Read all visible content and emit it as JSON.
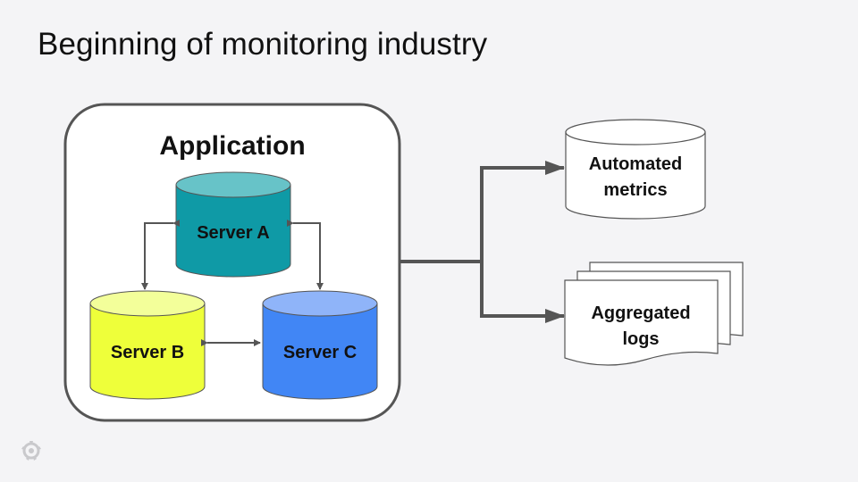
{
  "slide": {
    "title": "Beginning of monitoring industry"
  },
  "application": {
    "label": "Application",
    "servers": [
      {
        "id": "a",
        "label": "Server A",
        "color": "#0f9aa6",
        "top_color": "#67c3c8"
      },
      {
        "id": "b",
        "label": "Server B",
        "color": "#eeff3a",
        "top_color": "#f3ff9a"
      },
      {
        "id": "c",
        "label": "Server C",
        "color": "#4186f5",
        "top_color": "#8fb4f9"
      }
    ]
  },
  "outputs": {
    "metrics": {
      "line1": "Automated",
      "line2": "metrics"
    },
    "logs": {
      "line1": "Aggregated",
      "line2": "logs"
    }
  },
  "colors": {
    "background": "#f4f4f6",
    "stroke": "#555555",
    "box_fill": "#ffffff"
  },
  "logo": {
    "icon": "grafana-logo-icon"
  }
}
